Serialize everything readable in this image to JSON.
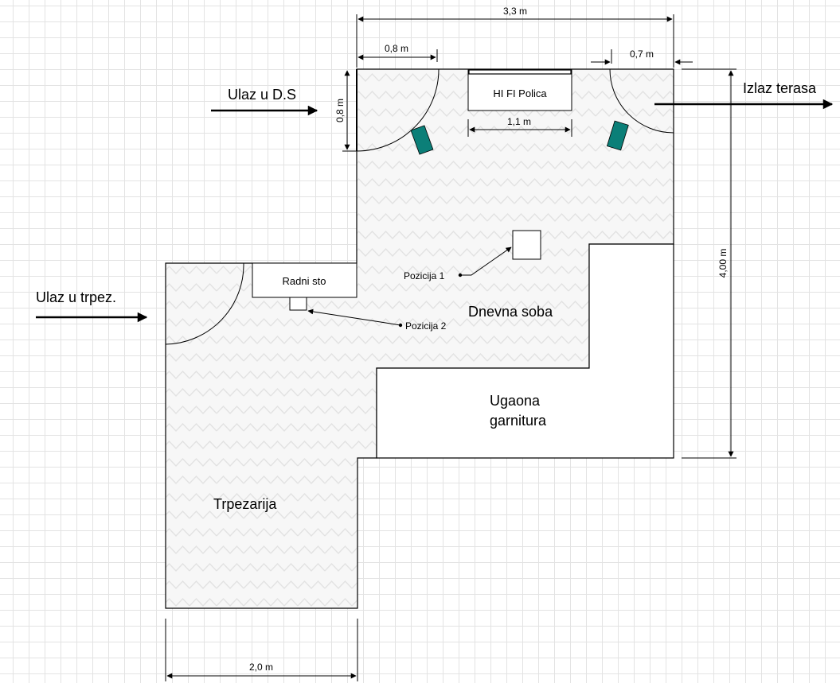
{
  "rooms": {
    "living": "Dnevna soba",
    "dining": "Trpezarija"
  },
  "furniture": {
    "hifi": "HI FI Polica",
    "desk": "Radni sto",
    "sofa_line1": "Ugaona",
    "sofa_line2": "garnitura"
  },
  "positions": {
    "p1": "Pozicija 1",
    "p2": "Pozicija 2"
  },
  "entrances": {
    "living_in": "Ulaz u D.S",
    "terrace_out": "Izlaz terasa",
    "dining_in": "Ulaz u trpez."
  },
  "dimensions": {
    "total_width": "3,3 m",
    "left_door": "0,8 m",
    "right_door": "0,7 m",
    "door_height": "0,8 m",
    "hifi_width": "1,1 m",
    "total_depth": "4,00 m",
    "dining_width": "2,0 m"
  },
  "colors": {
    "walls": "#000000",
    "floor": "#f4f4f4",
    "speakers": "#0b7f78",
    "grid": "#e3e3e3"
  }
}
